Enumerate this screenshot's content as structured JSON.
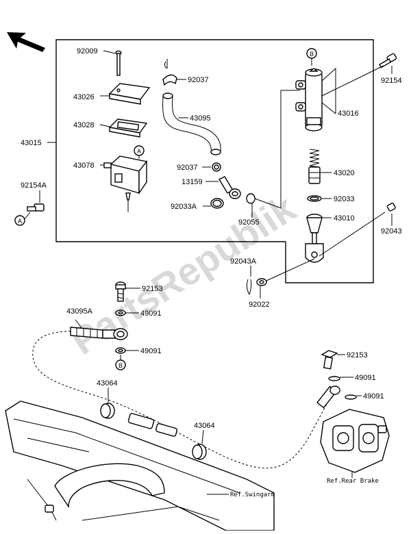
{
  "watermark": "PartsRepublik",
  "labels": {
    "p92009": "92009",
    "p43026": "43026",
    "p43028": "43028",
    "p43078": "43078",
    "p43015": "43015",
    "p92154A": "92154A",
    "p92037a": "92037",
    "p43095": "43095",
    "p92037b": "92037",
    "p13159": "13159",
    "p92033A": "92033A",
    "p92055": "92055",
    "p43016": "43016",
    "p92154": "92154",
    "p43020": "43020",
    "p92033": "92033",
    "p43010": "43010",
    "p92043": "92043",
    "p92043A": "92043A",
    "p92022": "92022",
    "p92153a": "92153",
    "p49091a": "49091",
    "p43095A": "43095A",
    "p49091b": "49091",
    "p43064a": "43064",
    "p43064b": "43064",
    "p92153b": "92153",
    "p49091c": "49091",
    "p49091d": "49091",
    "refSwingarm": "Ref.Swingarm",
    "refRearBrake": "Ref.Rear Brake"
  },
  "markers": {
    "A": "A",
    "B": "B"
  }
}
